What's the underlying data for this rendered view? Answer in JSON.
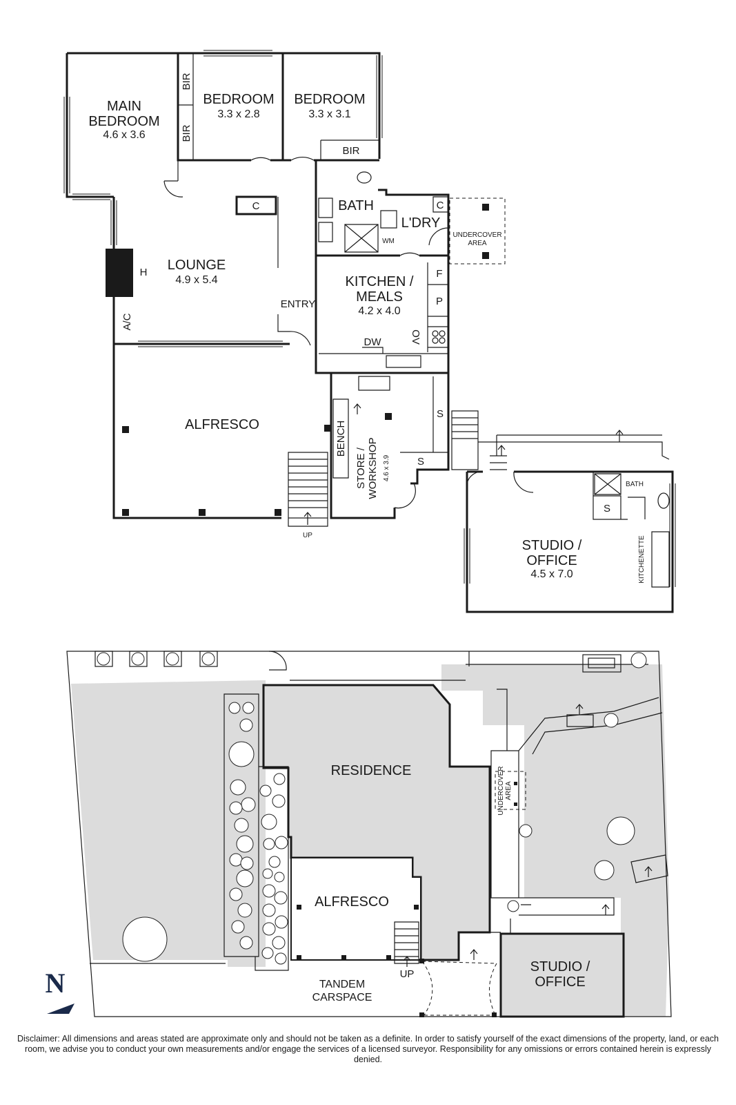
{
  "floor_plan": {
    "rooms": {
      "main_bedroom": {
        "name": "MAIN\nBEDROOM",
        "line1": "MAIN",
        "line2": "BEDROOM",
        "dims": "4.6 x 3.6"
      },
      "bedroom_2": {
        "name": "BEDROOM",
        "dims": "3.3 x 2.8"
      },
      "bedroom_3": {
        "name": "BEDROOM",
        "dims": "3.3 x 3.1"
      },
      "lounge": {
        "name": "LOUNGE",
        "dims": "4.9 x 5.4"
      },
      "kitchen": {
        "line1": "KITCHEN /",
        "line2": "MEALS",
        "dims": "4.2 x 4.0"
      },
      "bath": {
        "name": "BATH"
      },
      "laundry": {
        "name": "L'DRY"
      },
      "undercover": {
        "line1": "UNDERCOVER",
        "line2": "AREA"
      },
      "alfresco": {
        "name": "ALFRESCO"
      },
      "store": {
        "line1": "STORE /",
        "line2": "WORKSHOP",
        "dims": "4.6 x 3.9"
      },
      "studio": {
        "line1": "STUDIO /",
        "line2": "OFFICE",
        "dims": "4.5 x 7.0"
      },
      "studio_bath": {
        "name": "BATH"
      },
      "kitchenette": {
        "name": "KITCHENETTE"
      }
    },
    "fixtures": {
      "bir": "BIR",
      "cupboard": "C",
      "heater": "H",
      "ac": "A/C",
      "entry": "ENTRY",
      "fridge": "F",
      "pantry": "P",
      "oven": "OV",
      "dishwasher": "DW",
      "washing_machine": "WM",
      "bench": "BENCH",
      "shelf": "S",
      "up": "UP"
    }
  },
  "site_plan": {
    "residence": "RESIDENCE",
    "alfresco": "ALFRESCO",
    "studio_line1": "STUDIO /",
    "studio_line2": "OFFICE",
    "carspace_line1": "TANDEM",
    "carspace_line2": "CARSPACE",
    "undercover_line1": "UNDERCOVER",
    "undercover_line2": "AREA",
    "up": "UP",
    "north": "N"
  },
  "disclaimer": "Disclaimer: All dimensions and areas stated are approximate only and should not be taken as a definite. In order to satisfy yourself of the exact dimensions of the property, land, or each room, we advise you to conduct your own measurements and/or engage the services of a licensed surveyor. Responsibility for any omissions or errors contained herein is expressly denied."
}
